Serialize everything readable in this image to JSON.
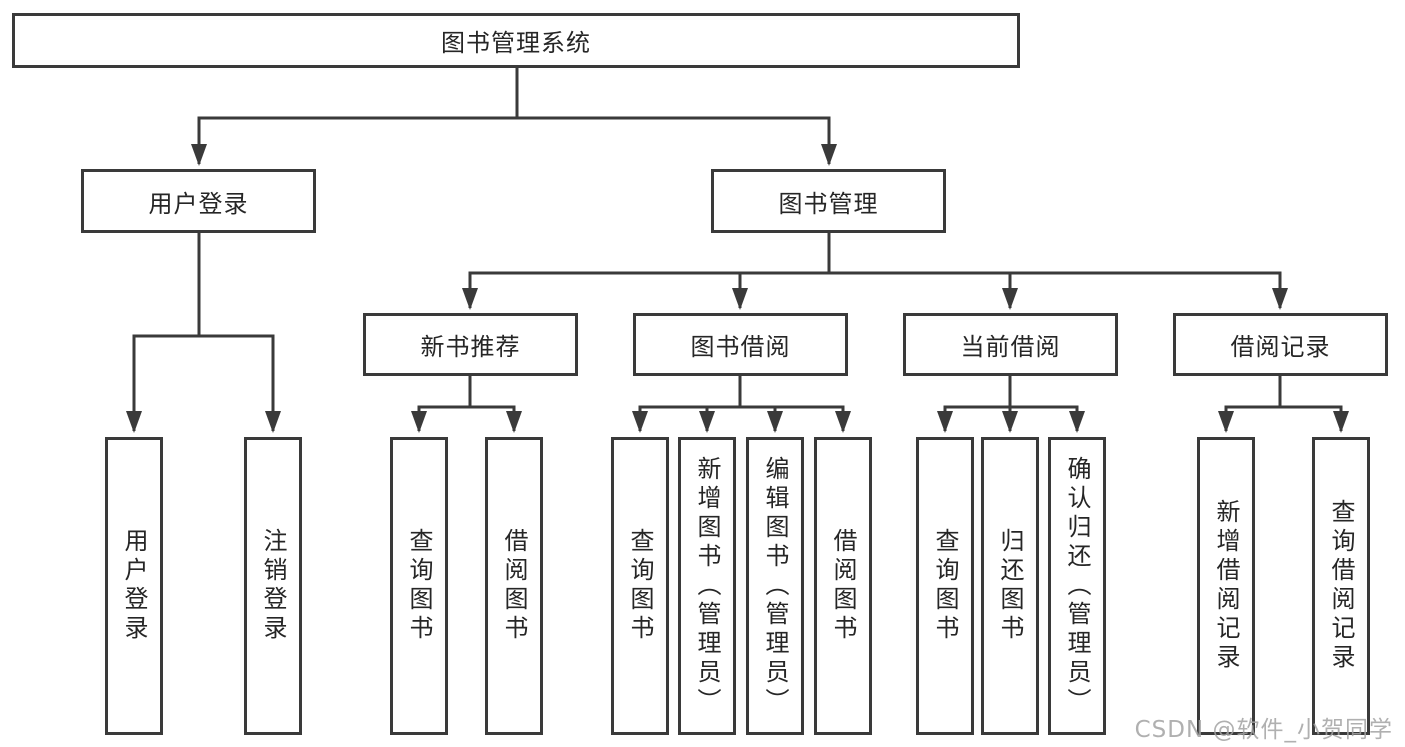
{
  "diagram": {
    "root": {
      "label": "图书管理系统"
    },
    "level2": [
      {
        "label": "用户登录",
        "children": [
          "用户登录",
          "注销登录"
        ]
      },
      {
        "label": "图书管理",
        "children": [
          {
            "label": "新书推荐",
            "children": [
              "查询图书",
              "借阅图书"
            ]
          },
          {
            "label": "图书借阅",
            "children": [
              "查询图书",
              "新增图书（管理员）",
              "编辑图书（管理员）",
              "借阅图书"
            ]
          },
          {
            "label": "当前借阅",
            "children": [
              "查询图书",
              "归还图书",
              "确认归还（管理员）"
            ]
          },
          {
            "label": "借阅记录",
            "children": [
              "新增借阅记录",
              "查询借阅记录"
            ]
          }
        ]
      }
    ]
  },
  "watermark": {
    "text": "CSDN @软件_小贺同学"
  },
  "colors": {
    "line": "#3a3a3a",
    "box_border": "#3a3a3a",
    "box_background": "#ffffff",
    "text": "#262626",
    "watermark": "#a3a3a3"
  }
}
